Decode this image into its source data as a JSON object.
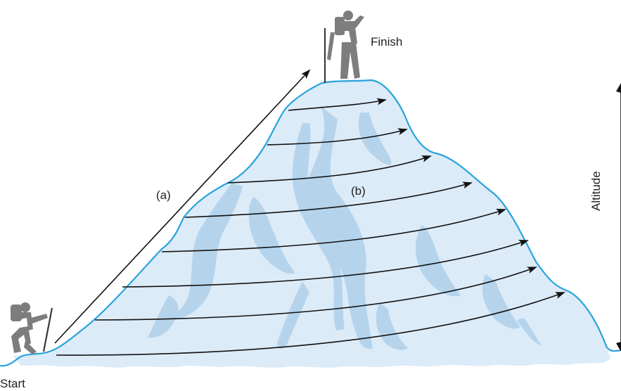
{
  "labels": {
    "start": "Start",
    "finish": "Finish",
    "path_a": "(a)",
    "path_b": "(b)",
    "axis": "Altitude"
  },
  "colors": {
    "mountain_fill": "#dcebf8",
    "mountain_outline": "#29a3dc",
    "texture": "#a9cde9",
    "arrow": "#111111",
    "hiker": "#7d7d7d"
  },
  "icons": {
    "start_hiker": "hiker-climbing-icon",
    "finish_hiker": "hiker-standing-icon"
  }
}
